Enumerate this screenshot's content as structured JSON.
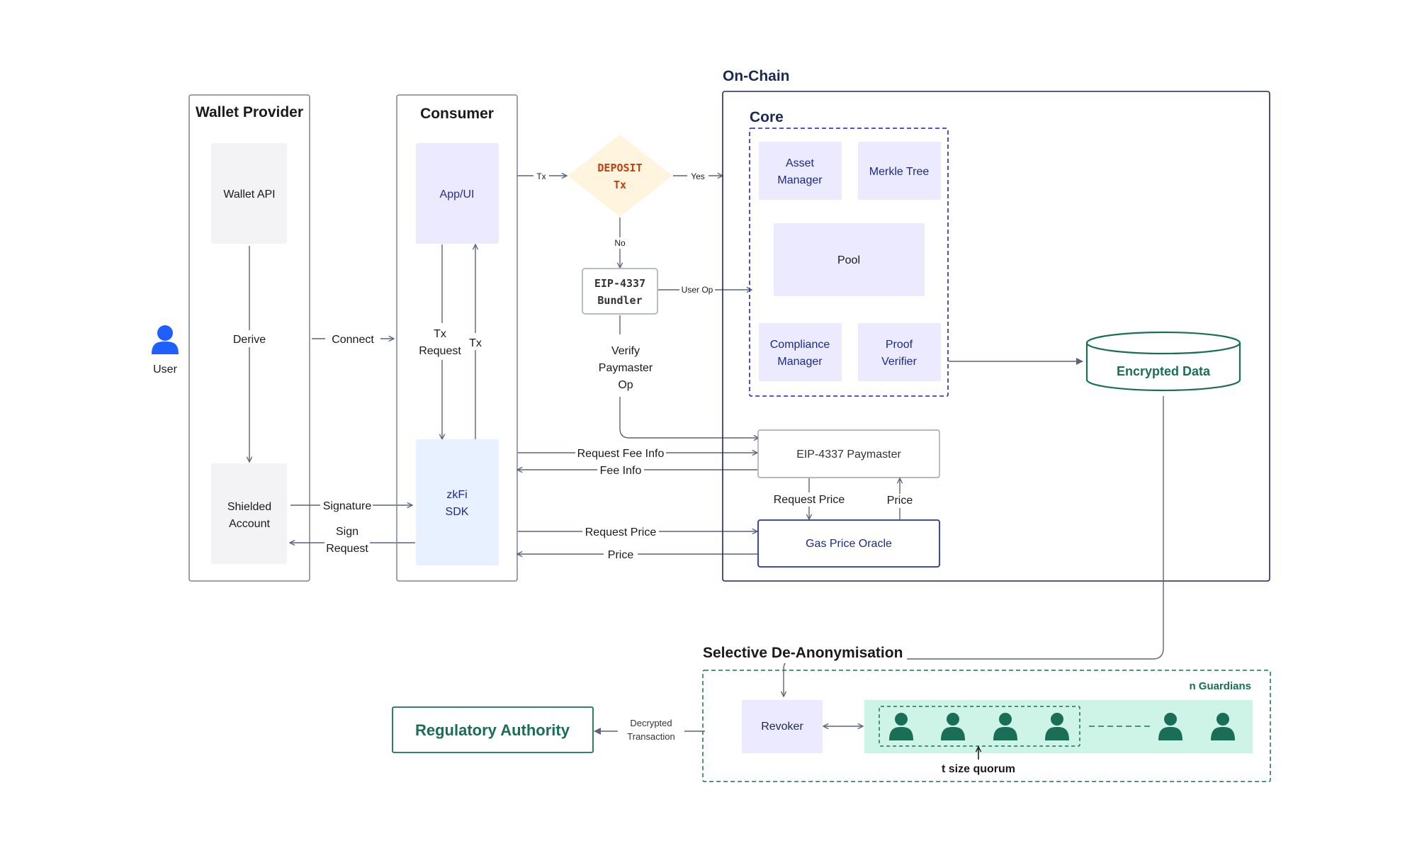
{
  "colors": {
    "section_border": "#7b8294",
    "onchain_border": "#1b2a55",
    "core_border": "#3c3ccf",
    "lavender": "#ebeaff",
    "light_blue": "#e7f1ff",
    "gray_box": "#f3f3f5",
    "teal": "#1a6e58",
    "teal_fill": "#cdf4e6",
    "diamond_fill": "#fff4de",
    "diamond_text": "#c2410c",
    "navy_text": "#1b2a8a",
    "user_icon": "#1f5fff"
  },
  "user": {
    "label": "User",
    "icon": "person-icon"
  },
  "wallet_provider": {
    "title": "Wallet Provider",
    "wallet_api": "Wallet API",
    "derive": "Derive",
    "shielded_line1": "Shielded",
    "shielded_line2": "Account"
  },
  "connect": "Connect",
  "signature": "Signature",
  "sign_request_line1": "Sign",
  "sign_request_line2": "Request",
  "consumer": {
    "title": "Consumer",
    "app_ui": "App/UI",
    "tx_request_line1": "Tx",
    "tx_request_line2": "Request",
    "tx": "Tx",
    "sdk_line1": "zkFi",
    "sdk_line2": "SDK"
  },
  "flow": {
    "tx_small": "Tx",
    "deposit_line1": "DEPOSIT",
    "deposit_line2": "Tx",
    "yes": "Yes",
    "no": "No",
    "bundler_line1": "EIP-4337",
    "bundler_line2": "Bundler",
    "user_op": "User Op",
    "verify_line1": "Verify",
    "verify_line2": "Paymaster",
    "verify_line3": "Op",
    "request_fee_info": "Request Fee Info",
    "fee_info": "Fee Info",
    "request_price": "Request Price",
    "price": "Price"
  },
  "onchain": {
    "title": "On-Chain",
    "core_title": "Core",
    "asset_line1": "Asset",
    "asset_line2": "Manager",
    "merkle": "Merkle Tree",
    "pool": "Pool",
    "compliance_line1": "Compliance",
    "compliance_line2": "Manager",
    "proof_line1": "Proof",
    "proof_line2": "Verifier",
    "paymaster": "EIP-4337 Paymaster",
    "request_price": "Request Price",
    "price": "Price",
    "oracle": "Gas Price Oracle"
  },
  "encrypted_data": "Encrypted Data",
  "deanon": {
    "title": "Selective De-Anonymisation",
    "n_guardians": "n Guardians",
    "revoker": "Revoker",
    "quorum": "t size quorum",
    "guardian_icon": "guardian-person-icon",
    "decrypted_line1": "Decrypted",
    "decrypted_line2": "Transaction",
    "regulatory": "Regulatory Authority"
  }
}
